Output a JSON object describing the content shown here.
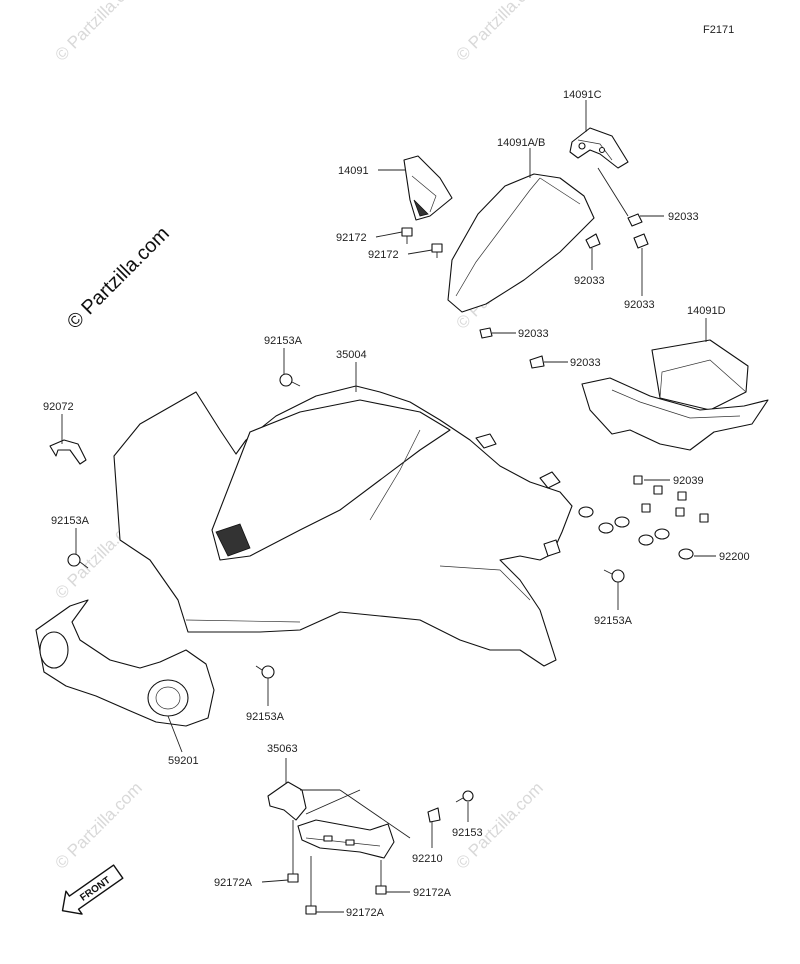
{
  "figure_code": "F2171",
  "brand": {
    "main_watermark": "© Partzilla.com",
    "faint_watermark": "© Partzilla.com"
  },
  "front_badge": "FRONT",
  "parts": {
    "p14091C": "14091C",
    "p14091AB": "14091A/B",
    "p14091": "14091",
    "p92033_a": "92033",
    "p92172_a": "92172",
    "p92172_b": "92172",
    "p92033_b": "92033",
    "p92033_c": "92033",
    "p92033_d": "92033",
    "p92033_e": "92033",
    "p92153A_a": "92153A",
    "p35004": "35004",
    "p14091D": "14091D",
    "p92072": "92072",
    "p92039": "92039",
    "p92153A_b": "92153A",
    "p92200": "92200",
    "p92153A_c": "92153A",
    "p92153A_d": "92153A",
    "p59201": "59201",
    "p35063": "35063",
    "p92153": "92153",
    "p92210": "92210",
    "p92172A_a": "92172A",
    "p92172A_b": "92172A",
    "p92172A_c": "92172A"
  }
}
